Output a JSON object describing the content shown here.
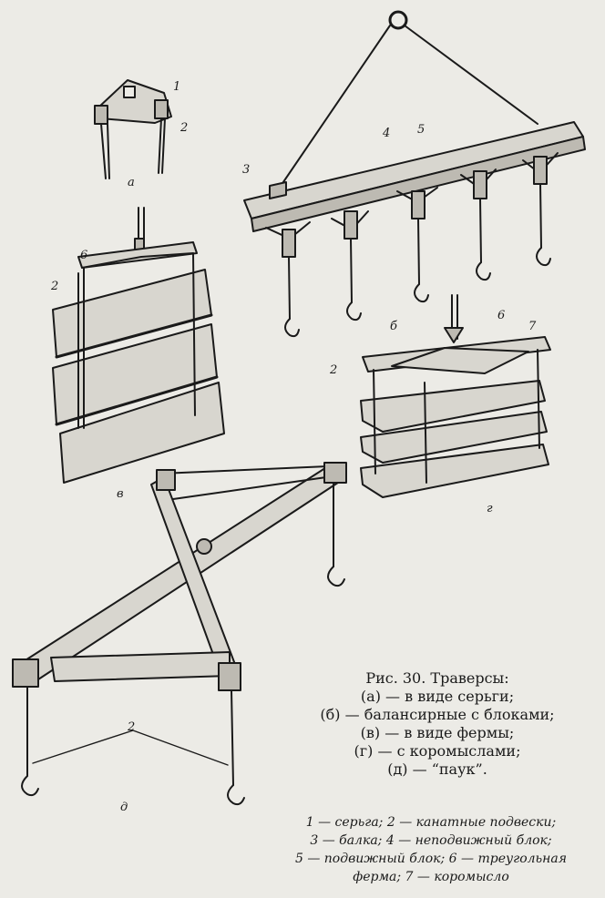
{
  "labels": {
    "n1": "1",
    "n2": "2",
    "n3": "3",
    "n4": "4",
    "n5": "5",
    "n6": "6",
    "n7": "7",
    "a": "а",
    "b": "б",
    "v": "в",
    "g": "г",
    "d": "д"
  },
  "caption": {
    "title": "Рис. 30. Траверсы:",
    "lines": [
      "(а) — в виде серьги;",
      "(б) — балансирные с блоками;",
      "(в) — в виде фермы;",
      "(г) — с коромыслами;",
      "(д) — “паук”."
    ]
  },
  "legend": {
    "lines": [
      "1 — серьга; 2 — канатные подвески;",
      "3 — балка; 4 — неподвижный блок;",
      "5 — подвижный блок; 6 — треугольная",
      "ферма; 7 — коромысло"
    ]
  }
}
